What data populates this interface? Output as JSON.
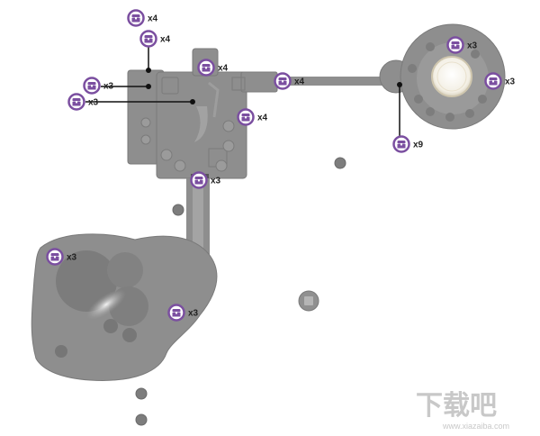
{
  "map": {
    "markers": [
      {
        "id": "m1",
        "count": "x4",
        "icon": "chest-icon"
      },
      {
        "id": "m2",
        "count": "x4",
        "icon": "chest-icon"
      },
      {
        "id": "m3",
        "count": "x3",
        "icon": "chest-icon"
      },
      {
        "id": "m4",
        "count": "x3",
        "icon": "chest-icon"
      },
      {
        "id": "m5",
        "count": "x4",
        "icon": "chest-icon"
      },
      {
        "id": "m6",
        "count": "x4",
        "icon": "chest-icon"
      },
      {
        "id": "m7",
        "count": "x4",
        "icon": "chest-icon"
      },
      {
        "id": "m8",
        "count": "x3",
        "icon": "chest-icon"
      },
      {
        "id": "m9",
        "count": "x3",
        "icon": "chest-icon"
      },
      {
        "id": "m10",
        "count": "x3",
        "icon": "chest-icon"
      },
      {
        "id": "m11",
        "count": "x9",
        "icon": "chest-icon"
      },
      {
        "id": "m12",
        "count": "x3",
        "icon": "chest-icon"
      },
      {
        "id": "m13",
        "count": "x3",
        "icon": "chest-icon"
      }
    ],
    "colors": {
      "floor": "#8c8c8c",
      "floor_dark": "#6f6f6f",
      "floor_light": "#a8a8a8",
      "marker_ring": "#7b4fa0",
      "marker_fill": "#ffffff",
      "leader_line": "#111111"
    }
  },
  "watermark": {
    "cn_text": "下载吧",
    "url": "www.xiazaiba.com"
  }
}
